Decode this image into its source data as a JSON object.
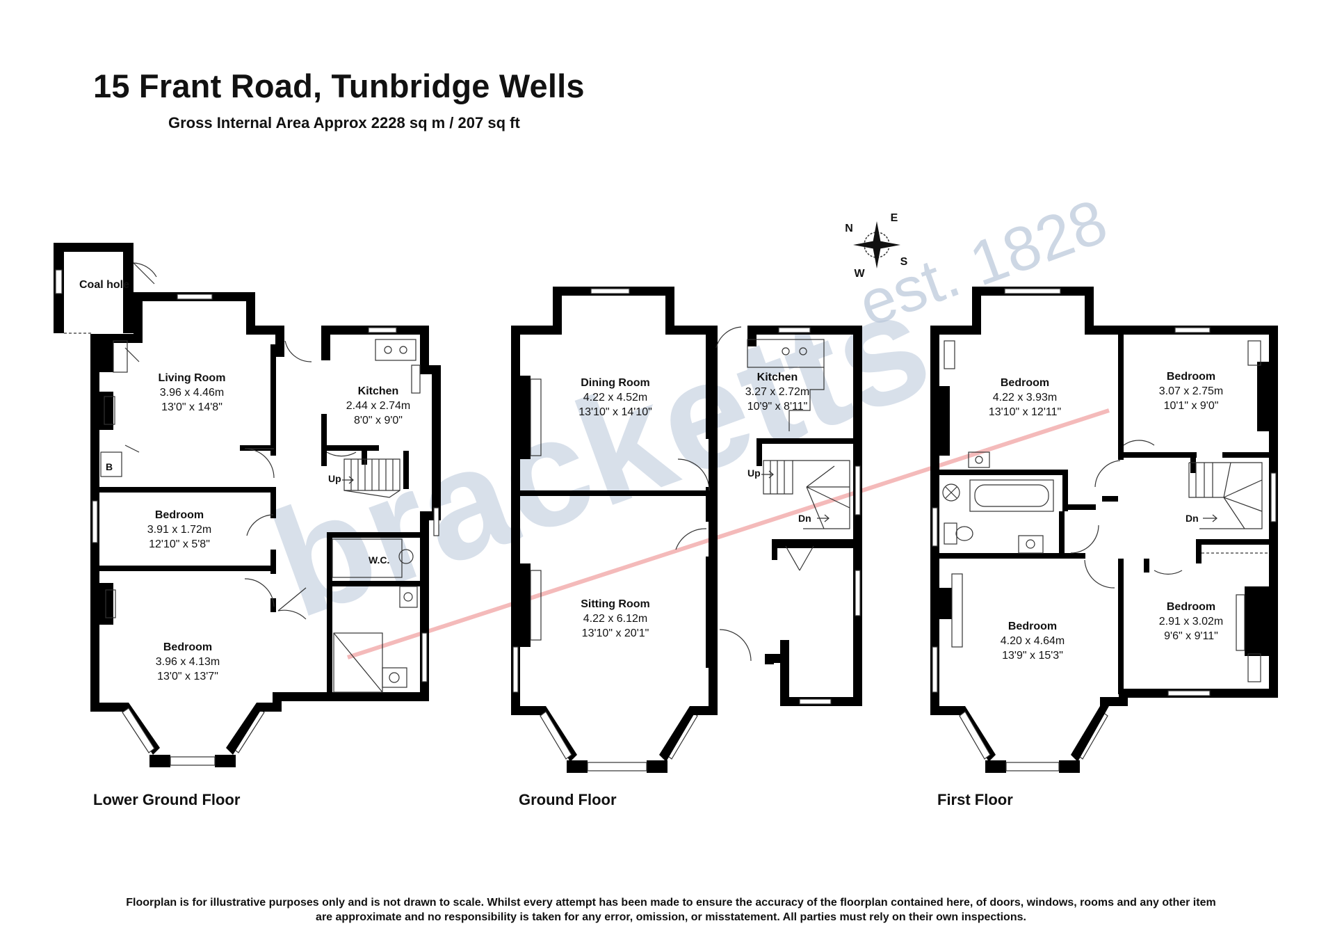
{
  "header": {
    "title": "15 Frant Road, Tunbridge Wells",
    "subtitle": "Gross Internal Area Approx 2228 sq m / 207 sq ft"
  },
  "watermark": {
    "brand": "bracketts",
    "est": "est. 1828"
  },
  "compass": {
    "n": "N",
    "e": "E",
    "s": "S",
    "w": "W"
  },
  "floors": {
    "lower": {
      "label": "Lower Ground Floor",
      "coal_hole": "Coal hole",
      "boiler": "B",
      "wc": "W.C.",
      "up": "Up",
      "living": {
        "name": "Living Room",
        "metric": "3.96 x 4.46m",
        "imperial": "13'0\" x 14'8\""
      },
      "kitchen": {
        "name": "Kitchen",
        "metric": "2.44 x 2.74m",
        "imperial": "8'0\" x 9'0\""
      },
      "bedroom1": {
        "name": "Bedroom",
        "metric": "3.91 x 1.72m",
        "imperial": "12'10\" x 5'8\""
      },
      "bedroom2": {
        "name": "Bedroom",
        "metric": "3.96 x 4.13m",
        "imperial": "13'0\" x 13'7\""
      }
    },
    "ground": {
      "label": "Ground Floor",
      "up": "Up",
      "dn": "Dn",
      "dining": {
        "name": "Dining Room",
        "metric": "4.22 x 4.52m",
        "imperial": "13'10\" x 14'10\""
      },
      "kitchen": {
        "name": "Kitchen",
        "metric": "3.27 x 2.72m",
        "imperial": "10'9\" x 8'11\""
      },
      "sitting": {
        "name": "Sitting Room",
        "metric": "4.22 x 6.12m",
        "imperial": "13'10\" x 20'1\""
      }
    },
    "first": {
      "label": "First Floor",
      "dn": "Dn",
      "bed1": {
        "name": "Bedroom",
        "metric": "4.22 x 3.93m",
        "imperial": "13'10\" x 12'11\""
      },
      "bed2": {
        "name": "Bedroom",
        "metric": "3.07 x 2.75m",
        "imperial": "10'1\" x 9'0\""
      },
      "bed3": {
        "name": "Bedroom",
        "metric": "4.20 x 4.64m",
        "imperial": "13'9\" x 15'3\""
      },
      "bed4": {
        "name": "Bedroom",
        "metric": "2.91 x 3.02m",
        "imperial": "9'6\" x 9'11\""
      }
    }
  },
  "disclaimer": "Floorplan is for illustrative purposes only and is not drawn to scale. Whilst every attempt has been made to ensure the accuracy of the floorplan contained here, of doors, windows, rooms  and any other item are approximate and no responsibility is taken for any error, omission, or misstatement. All parties must rely on their own inspections."
}
